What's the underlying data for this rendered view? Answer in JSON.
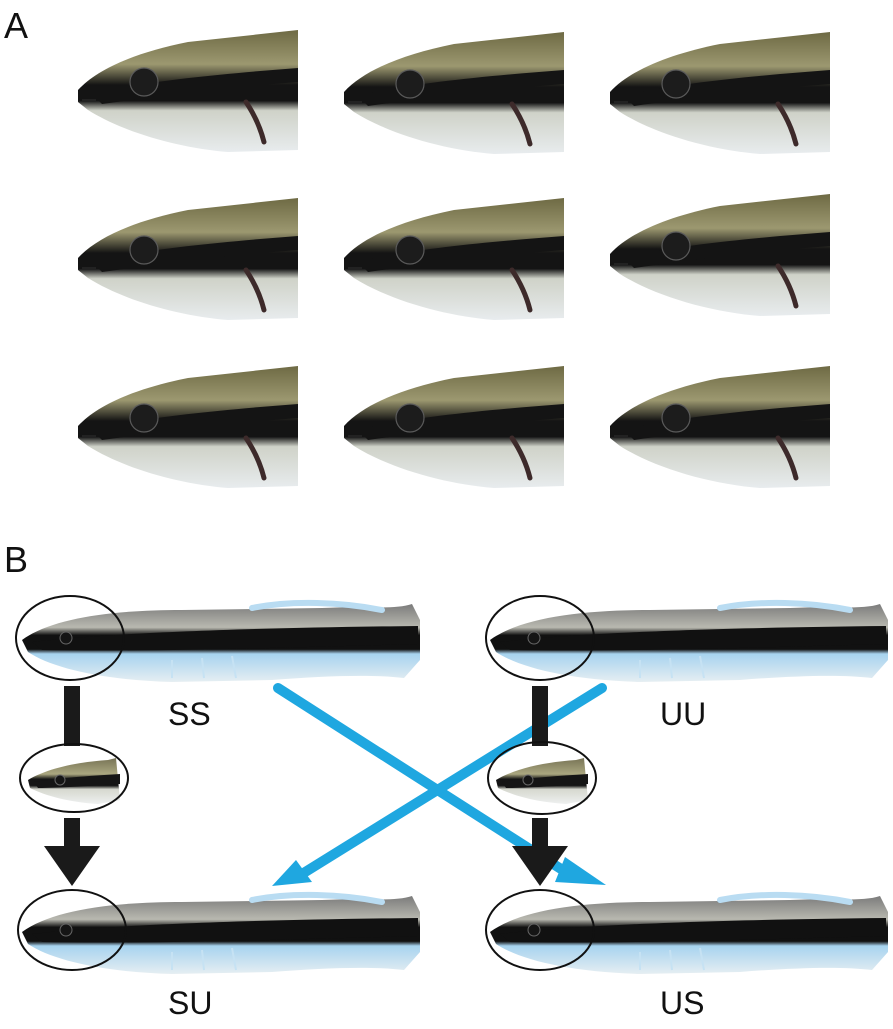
{
  "panels": {
    "a": {
      "label": "A"
    },
    "b": {
      "label": "B"
    }
  },
  "groups": {
    "ss": "SS",
    "uu": "UU",
    "su": "SU",
    "us": "US"
  },
  "colors": {
    "arrow_dark": "#1a1a1a",
    "arrow_blue": "#1fa7e0",
    "stripe_black": "#141414",
    "dorsal_olive": "#8a8660",
    "belly_light": "#dfe4e6",
    "fin_blue": "#9fd0ee"
  }
}
